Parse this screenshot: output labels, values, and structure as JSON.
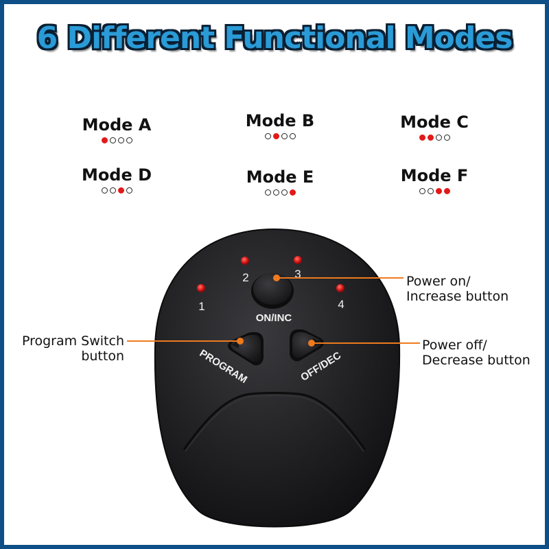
{
  "title": "6 Different Functional Modes",
  "modes": [
    {
      "label": "Mode A",
      "dots": [
        true,
        false,
        false,
        false
      ]
    },
    {
      "label": "Mode B",
      "dots": [
        false,
        true,
        false,
        false
      ]
    },
    {
      "label": "Mode C",
      "dots": [
        true,
        true,
        false,
        false
      ]
    },
    {
      "label": "Mode D",
      "dots": [
        false,
        false,
        true,
        false
      ]
    },
    {
      "label": "Mode E",
      "dots": [
        false,
        false,
        false,
        true
      ]
    },
    {
      "label": "Mode F",
      "dots": [
        false,
        false,
        true,
        true
      ]
    }
  ],
  "device": {
    "indicators": [
      "1",
      "2",
      "3",
      "4"
    ],
    "on_inc_label": "ON/INC",
    "program_label": "PROGRAM",
    "off_dec_label": "OFF/DEC"
  },
  "callouts": {
    "power_on": [
      "Power on/",
      "Increase button"
    ],
    "program_switch": [
      "Program Switch",
      "button"
    ],
    "power_off": [
      "Power off/",
      "Decrease button"
    ]
  },
  "colors": {
    "frame": "#0d4f86",
    "title_fill": "#2a9bd6",
    "led_red": "#e11a1a",
    "leader_orange": "#f07a1e",
    "device_body": "#1e1e20"
  }
}
